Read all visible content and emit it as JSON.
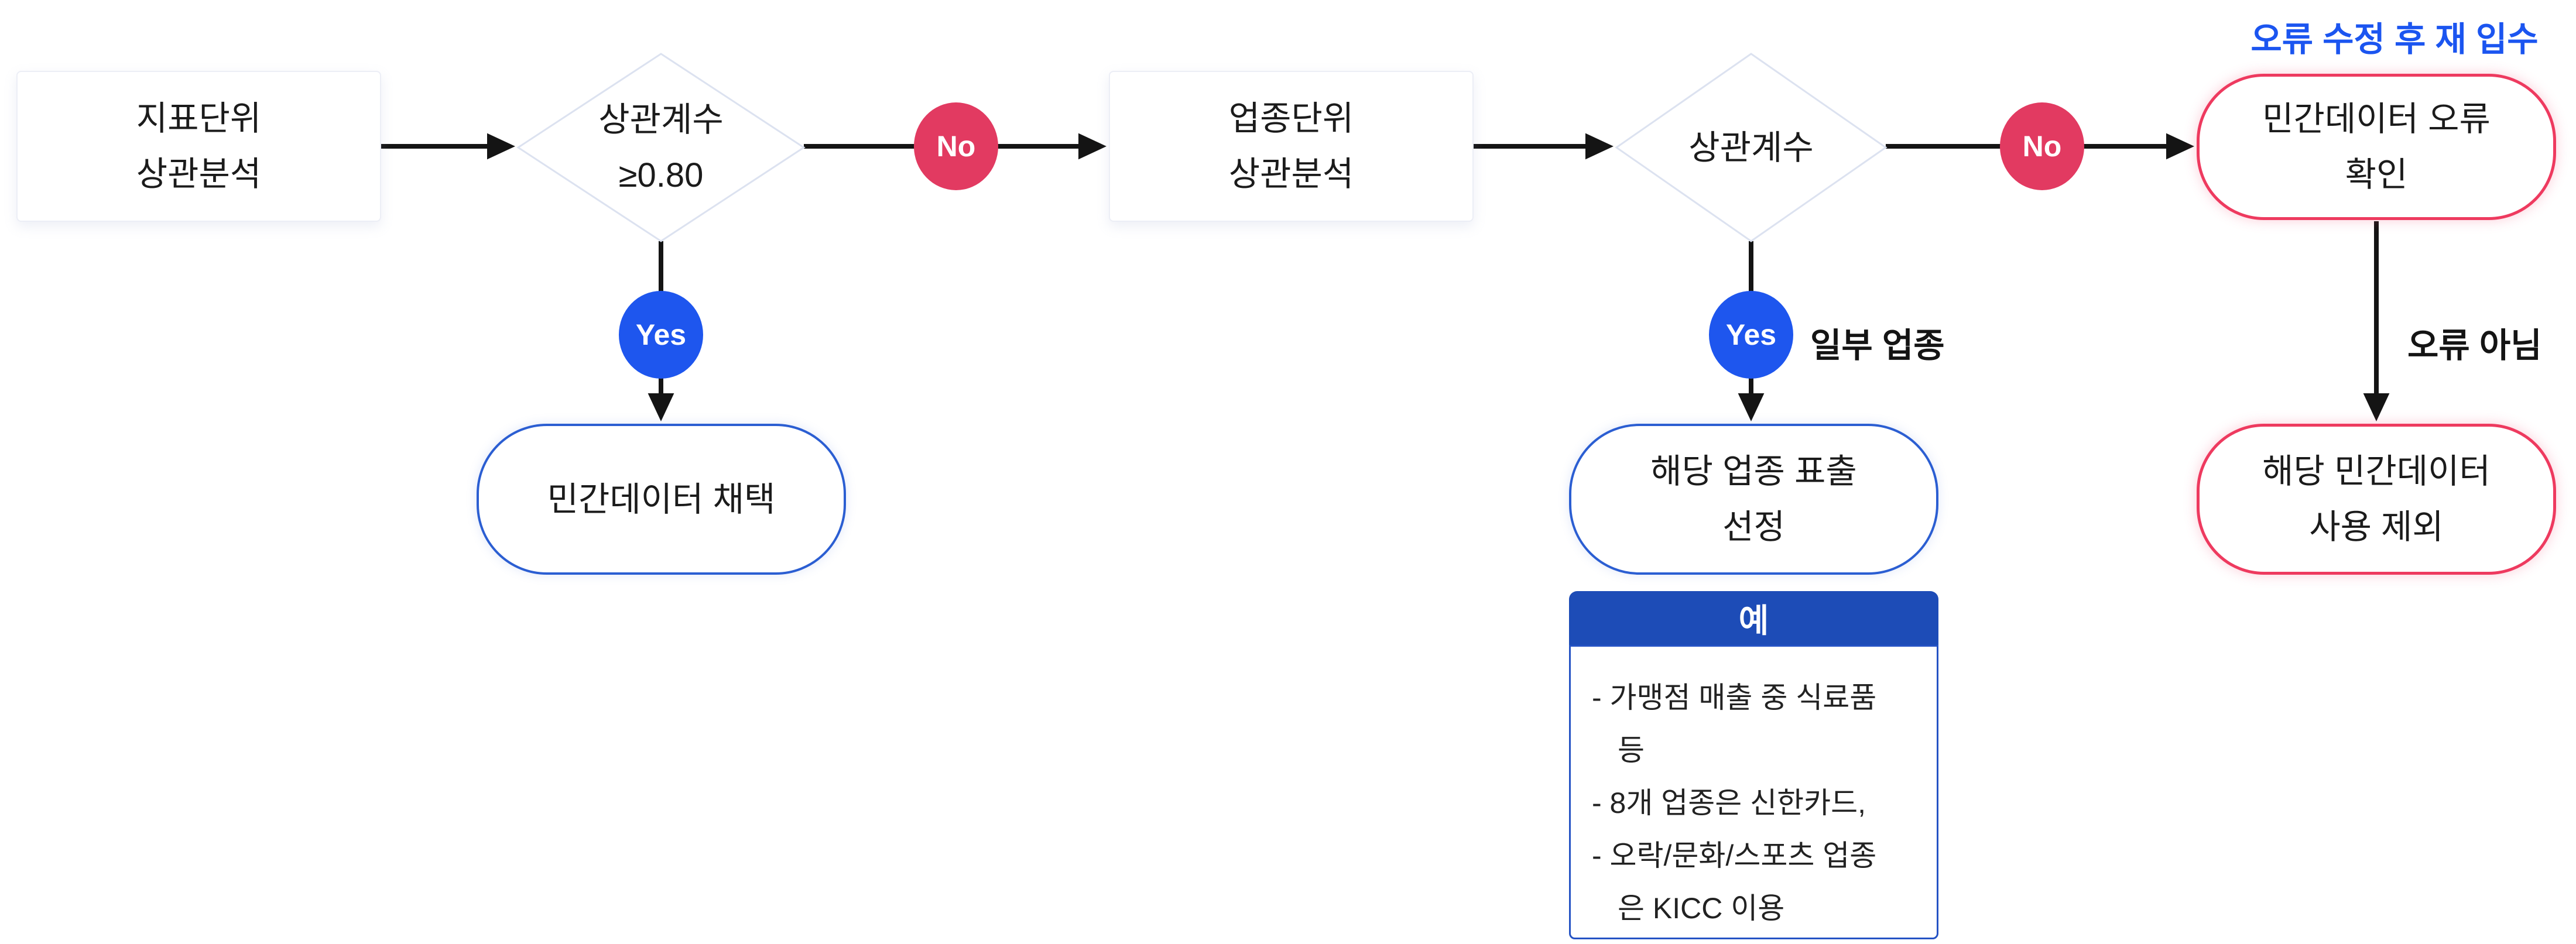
{
  "diagram": {
    "nodes": {
      "indicator_analysis": {
        "label": "지표단위\n상관분석"
      },
      "decision_coefficient_threshold": {
        "label": "상관계수\n≥0.80"
      },
      "industry_analysis": {
        "label": "업종단위\n상관분석"
      },
      "decision_coefficient": {
        "label": "상관계수"
      },
      "adopt_private_data": {
        "label": "민간데이터 채택"
      },
      "select_industry_display": {
        "label": "해당 업종 표출\n선정"
      },
      "private_data_error_check": {
        "label": "민간데이터 오류\n확인"
      },
      "exclude_private_data": {
        "label": "해당 민간데이터\n사용 제외"
      }
    },
    "badges": {
      "yes1": "Yes",
      "no1": "No",
      "yes2": "Yes",
      "no2": "No"
    },
    "labels": {
      "reacquire_after_fix": "오류 수정 후 재 입수",
      "some_industries": "일부 업종",
      "not_an_error": "오류 아님"
    },
    "example": {
      "title": "예",
      "lines": [
        {
          "text": "- 가맹점 매출 중 식료품"
        },
        {
          "text": "등"
        },
        {
          "text": "- 8개 업종은 신한카드,"
        },
        {
          "text": "- 오락/문화/스포츠 업종"
        },
        {
          "text": "은 KICC 이용"
        }
      ]
    },
    "colors": {
      "yes_badge": "#1e56ee",
      "no_badge": "#e23a61",
      "blue_border": "#2b5ed2",
      "red_border": "#ee3a5f",
      "example_header_bg": "#1d4cb7",
      "accent_text": "#1b55f0"
    }
  }
}
